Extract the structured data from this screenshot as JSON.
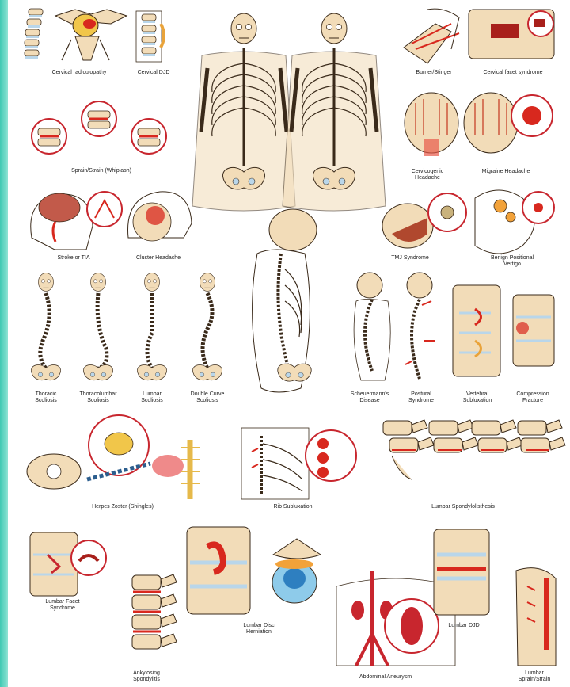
{
  "labels": {
    "cervical_radiculopathy": "Cervical radiculopathy",
    "cervical_djd": "Cervical DJD",
    "burner_stinger": "Burner/Stinger",
    "cervical_facet": "Cervical facet syndrome",
    "whiplash": "Sprain/Strain (Whiplash)",
    "cervicogenic": "Cervicogenic\nHeadache",
    "migraine": "Migraine Headache",
    "stroke": "Stroke or TIA",
    "cluster": "Cluster Headache",
    "tmj": "TMJ Syndrome",
    "bppv": "Benign Positional\nVertigo",
    "thoracic_scoliosis": "Thoracic\nScoliosis",
    "thoracolumbar_scoliosis": "Thoracolumbar\nScoliosis",
    "lumbar_scoliosis": "Lumbar\nScoliosis",
    "double_curve": "Double Curve\nScoliosis",
    "scheuermann": "Scheuermann's\nDisease",
    "postural": "Postural\nSyndrome",
    "vertebral_subluxation": "Vertebral\nSubluxation",
    "compression_fracture": "Compression\nFracture",
    "shingles": "Herpes Zoster (Shingles)",
    "rib_subluxation": "Rib Subluxation",
    "spondylolisthesis": "Lumbar Spondylolisthesis",
    "lumbar_facet": "Lumbar Facet\nSyndrome",
    "ankylosing": "Ankylosing\nSpondylitis",
    "disc_herniation": "Lumbar Disc\nHerniation",
    "aneurysm": "Abdominal Aneurysm",
    "lumbar_djd": "Lumbar DJD",
    "lumbar_strain": "Lumbar\nSprain/Strain"
  },
  "colors": {
    "bone": "#f2dcb8",
    "outline": "#3a2a1a",
    "disc": "#b9d6ea",
    "red": "#d8281e",
    "accent": "#3fc9b3"
  }
}
